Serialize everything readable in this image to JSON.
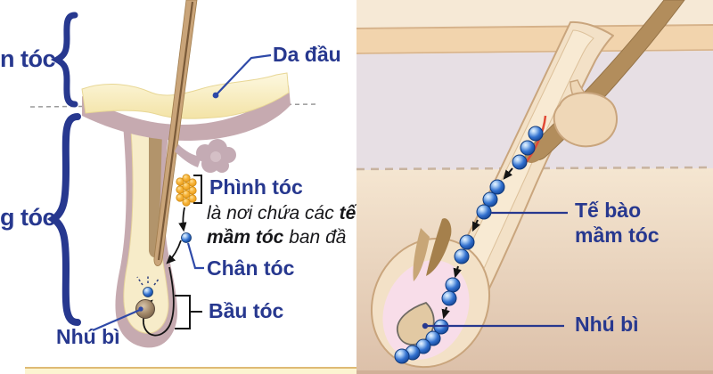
{
  "diagram_title": "Hair follicle anatomy diagram (Vietnamese)",
  "left_panel": {
    "brace_label_top": "n tóc",
    "brace_label_bottom": "g tóc",
    "labels": {
      "da_dau": "Da đầu",
      "phinh_toc": "Phình tóc",
      "phinh_desc": {
        "line1_normal": "là nơi chứa các ",
        "line1_bold": "tế",
        "line2_bold": "mầm tóc",
        "line2_normal": " ban đầ"
      },
      "chan_toc": "Chân tóc",
      "bau_toc": "Bầu tóc",
      "nhu_bi": "Nhú bì"
    }
  },
  "right_panel": {
    "labels": {
      "te_bao_line1": "Tế bào",
      "te_bao_line2": "mầm tóc",
      "nhu_bi": "Nhú bì"
    }
  },
  "colors": {
    "label_navy": "#27388f",
    "leader_blue": "#2e49a8",
    "cell_blue": "#2f6fd0",
    "bulge_yellow": "#f5b233",
    "skin_cream": "#faefc3",
    "dermis_mauve": "#c6aab0",
    "follicle_cream": "#f7ecc9",
    "hair_tan": "#c9a479",
    "red_guide_line": "#e14a36",
    "right_bg_top": "#f6e9d6",
    "right_band_tan": "#f2d4ad",
    "right_band_gray": "#e7dfe4",
    "bulb_pink": "#f8dde9"
  }
}
